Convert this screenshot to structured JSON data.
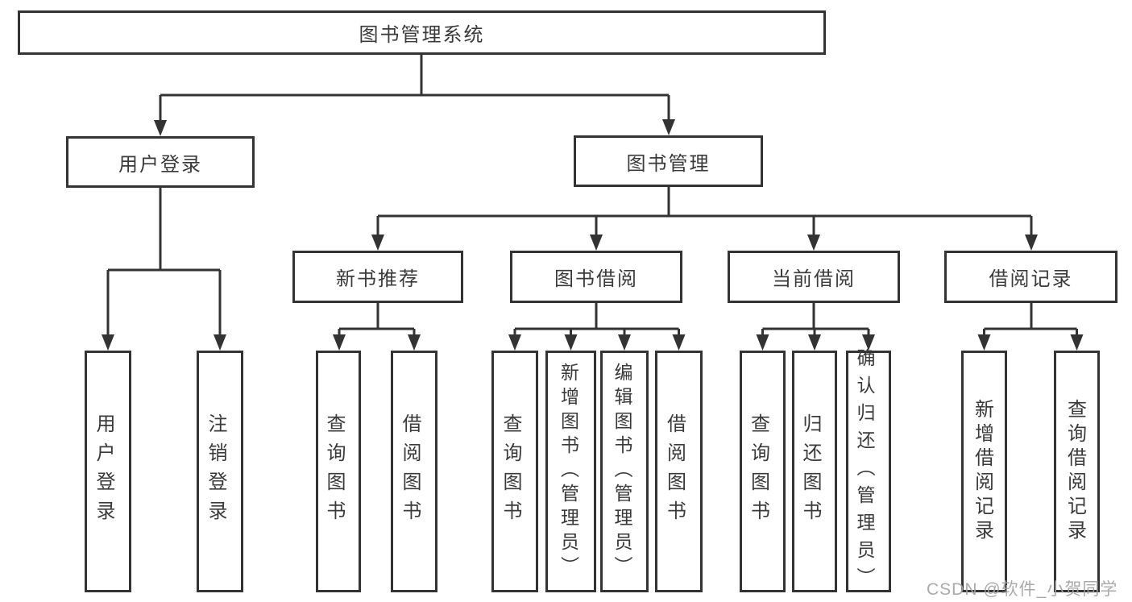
{
  "tree": {
    "root": {
      "label": "图书管理系统"
    },
    "level2": [
      {
        "label": "用户登录"
      },
      {
        "label": "图书管理"
      }
    ],
    "level3": [
      {
        "label": "新书推荐"
      },
      {
        "label": "图书借阅"
      },
      {
        "label": "当前借阅"
      },
      {
        "label": "借阅记录"
      }
    ],
    "leaves": [
      {
        "label": "用户登录"
      },
      {
        "label": "注销登录"
      },
      {
        "label": "查询图书"
      },
      {
        "label": "借阅图书"
      },
      {
        "label": "查询图书"
      },
      {
        "label": "新增图书（管理员）"
      },
      {
        "label": "编辑图书（管理员）"
      },
      {
        "label": "借阅图书"
      },
      {
        "label": "查询图书"
      },
      {
        "label": "归还图书"
      },
      {
        "label": "确认归还（管理员）"
      },
      {
        "label": "新增借阅记录"
      },
      {
        "label": "查询借阅记录"
      }
    ]
  },
  "watermark": "CSDN @软件_小贺同学",
  "colors": {
    "line": "#333333",
    "text": "#3a3a3a",
    "box_background": "#ffffff",
    "watermark": "#a3a3a3"
  }
}
